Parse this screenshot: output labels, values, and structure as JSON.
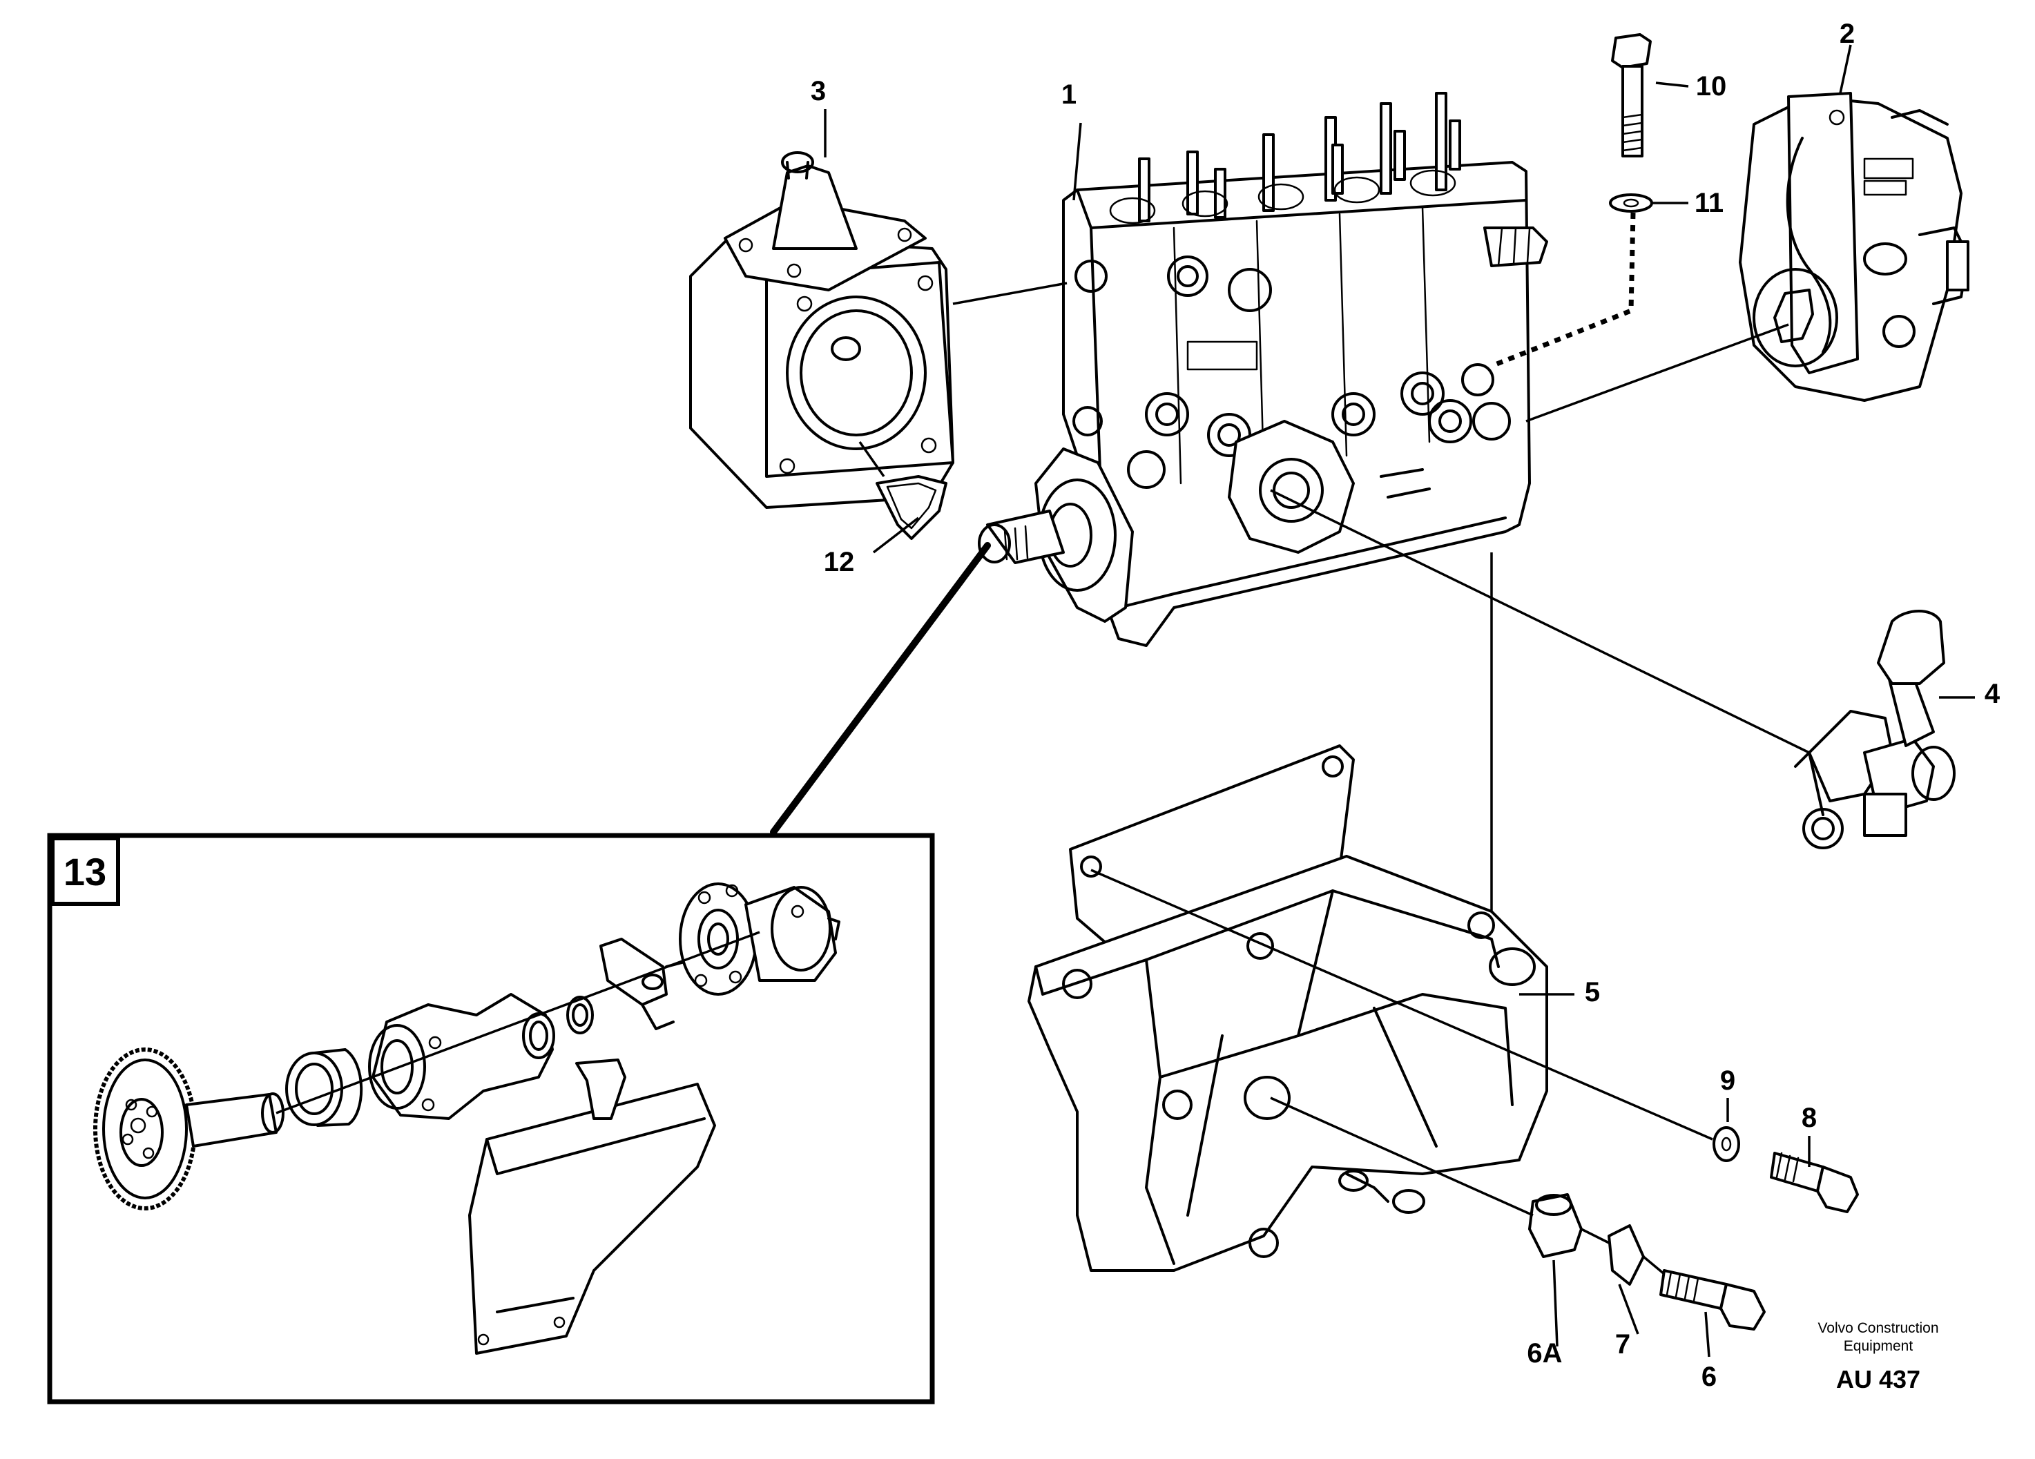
{
  "callouts": {
    "c1": "1",
    "c2": "2",
    "c3": "3",
    "c4": "4",
    "c5": "5",
    "c6": "6",
    "c6a": "6A",
    "c7": "7",
    "c8": "8",
    "c9": "9",
    "c10": "10",
    "c11": "11",
    "c12": "12"
  },
  "inset": {
    "label": "13"
  },
  "footer": {
    "credit_line1": "Volvo Construction",
    "credit_line2": "Equipment",
    "doc_code": "AU 437"
  }
}
